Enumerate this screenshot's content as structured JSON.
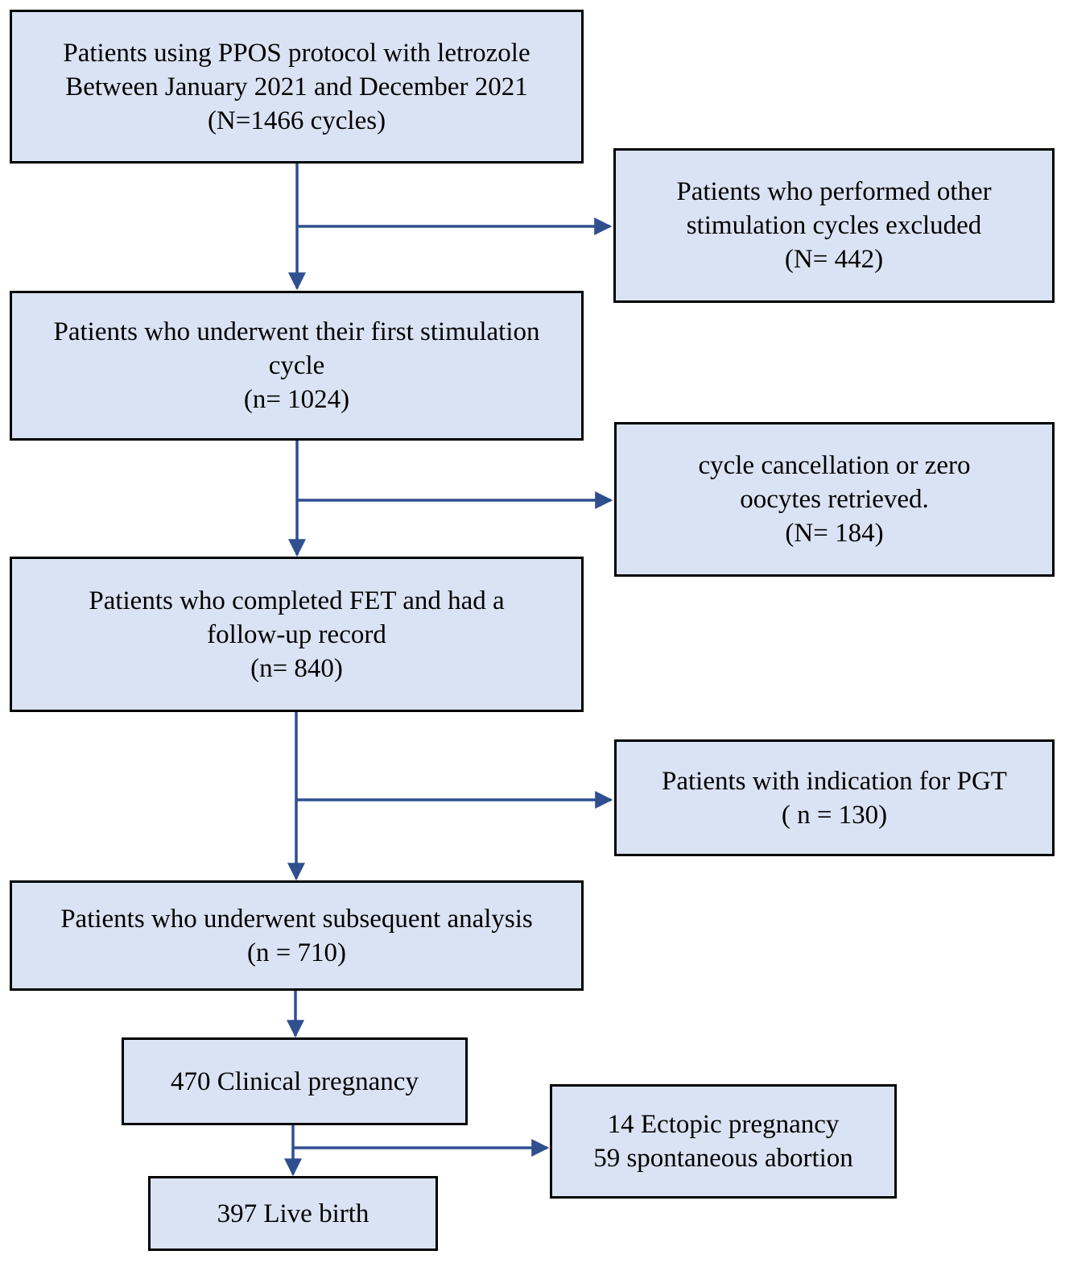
{
  "colors": {
    "box_fill": "#dae3f3",
    "box_border": "#000000",
    "arrow": "#2f4f8f"
  },
  "boxes": {
    "b1": {
      "lines": [
        "Patients using PPOS protocol with letrozole",
        "Between January 2021 and December 2021",
        "(N=1466 cycles)"
      ]
    },
    "e1": {
      "lines": [
        "Patients who performed other",
        "stimulation cycles excluded",
        "(N= 442)"
      ]
    },
    "b2": {
      "lines": [
        "Patients who underwent their first stimulation",
        "cycle",
        "(n= 1024)"
      ]
    },
    "e2": {
      "lines": [
        "cycle cancellation or zero",
        "oocytes retrieved.",
        "(N= 184)"
      ]
    },
    "b3": {
      "lines": [
        "Patients who completed FET and had a",
        "follow-up record",
        "(n= 840)"
      ]
    },
    "e3": {
      "lines": [
        "Patients with indication for PGT",
        "( n = 130)"
      ]
    },
    "b4": {
      "lines": [
        "Patients who underwent subsequent analysis",
        "(n = 710)"
      ]
    },
    "b5": {
      "lines": [
        "470 Clinical pregnancy"
      ]
    },
    "e4": {
      "lines": [
        "14 Ectopic pregnancy",
        "59 spontaneous abortion"
      ]
    },
    "b6": {
      "lines": [
        "397 Live birth"
      ]
    }
  }
}
